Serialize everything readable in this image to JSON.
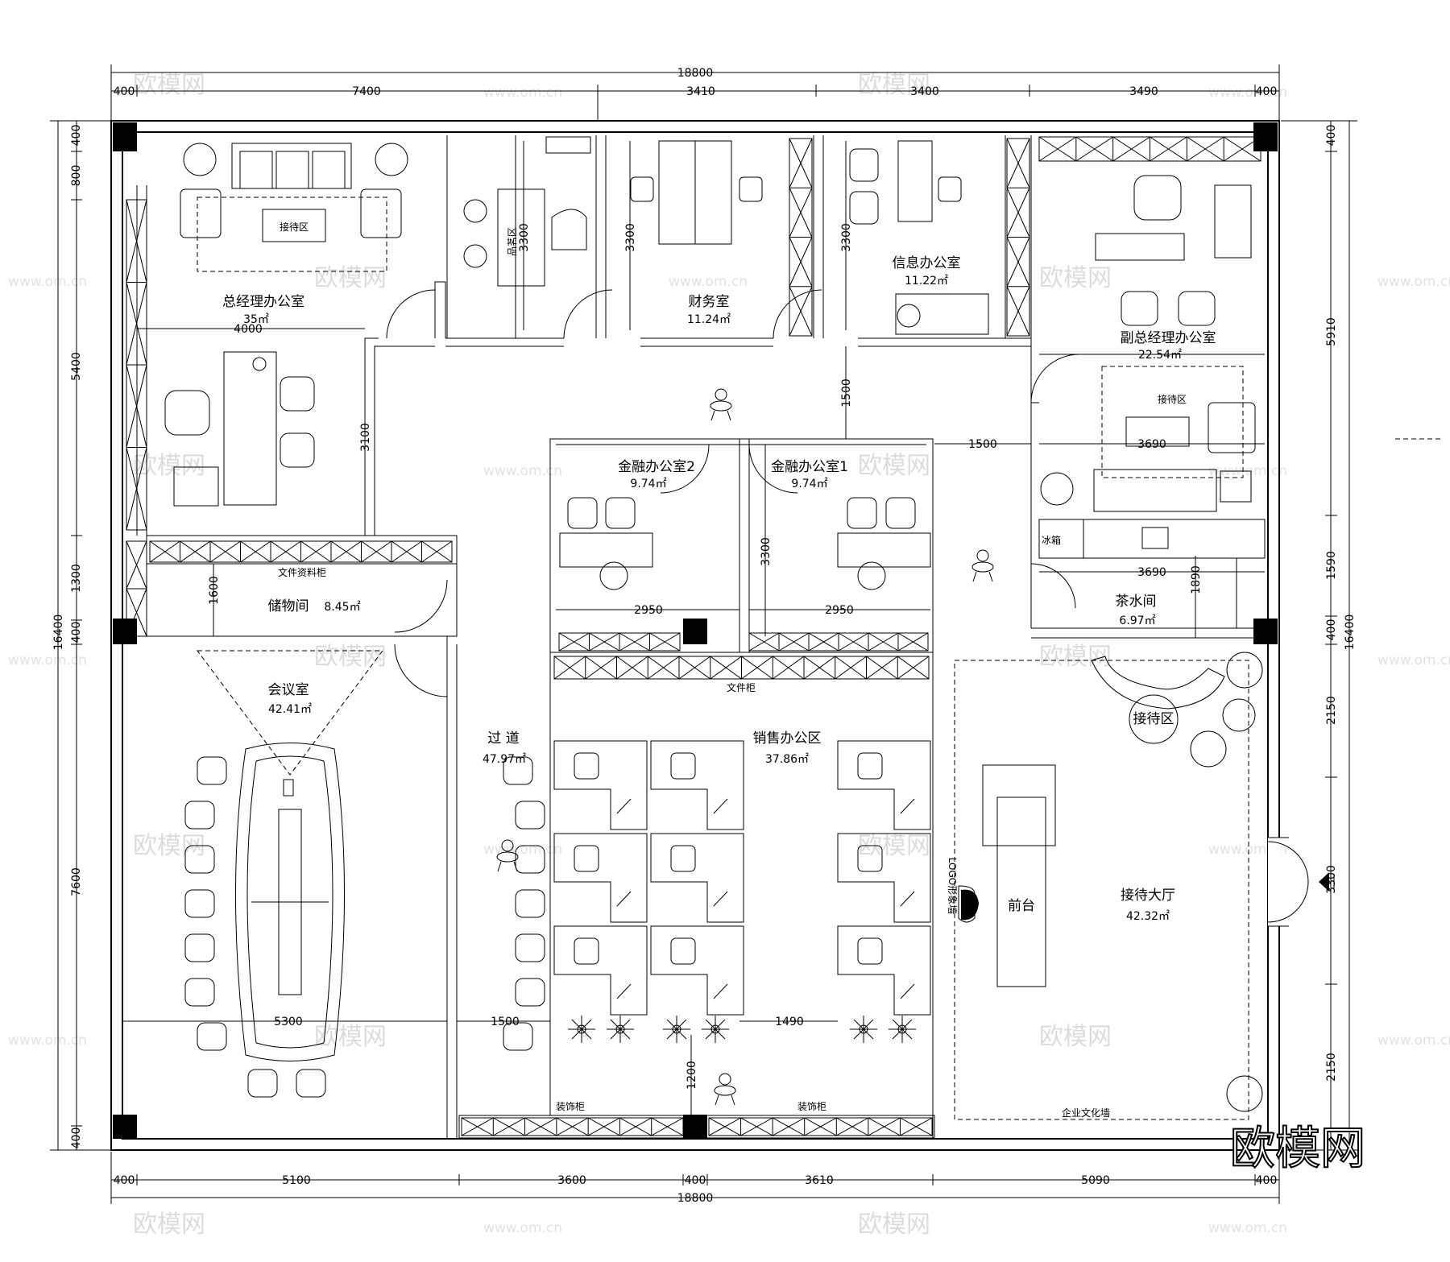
{
  "dimensions": {
    "top_total": "18800",
    "top_segments": [
      "400",
      "7400",
      "3410",
      "3400",
      "3490",
      "400"
    ],
    "bottom_total": "18800",
    "bottom_segments": [
      "400",
      "5100",
      "3600",
      "400",
      "3610",
      "5090",
      "400"
    ],
    "left_total": "16400",
    "left_segments": [
      "400",
      "800",
      "5400",
      "1300",
      "400",
      "7600",
      "400"
    ],
    "right_total": "16400",
    "right_segments": [
      "400",
      "5910",
      "1590",
      "400",
      "2150",
      "3300",
      "2150"
    ],
    "inner": {
      "gm_width": "4000",
      "gm_wall": "3100",
      "storage_h": "1600",
      "pin_h": "3300",
      "finance_h": "3300",
      "info_h": "3300",
      "corridor_h": "1500",
      "corridor_w": "1500",
      "fin_office_h": "3300",
      "fin2_w": "2950",
      "fin1_w": "2950",
      "deputy_reception_w": "3690",
      "tea_w": "3690",
      "tea_h": "1890",
      "meeting_w": "5300",
      "passage_w": "1500",
      "sales_w": "1490",
      "bottom_h": "1200"
    }
  },
  "rooms": {
    "gm_office": {
      "name": "总经理办公室",
      "area": "35㎡"
    },
    "gm_reception": {
      "name": "接待区"
    },
    "tasting": {
      "name": "品茗区"
    },
    "finance": {
      "name": "财务室",
      "area": "11.24㎡"
    },
    "info_office": {
      "name": "信息办公室",
      "area": "11.22㎡"
    },
    "deputy_office": {
      "name": "副总经理办公室",
      "area": "22.54㎡"
    },
    "deputy_reception": {
      "name": "接待区"
    },
    "storage": {
      "name": "储物间",
      "area": "8.45㎡"
    },
    "file_cabinet_storage": {
      "name": "文件资料柜"
    },
    "finance2": {
      "name": "金融办公室2",
      "area": "9.74㎡"
    },
    "finance1": {
      "name": "金融办公室1",
      "area": "9.74㎡"
    },
    "tea_room": {
      "name": "茶水间",
      "area": "6.97㎡"
    },
    "fridge": {
      "name": "冰箱"
    },
    "meeting": {
      "name": "会议室",
      "area": "42.41㎡"
    },
    "passage": {
      "name": "过 道",
      "area": "47.97㎡"
    },
    "sales": {
      "name": "销售办公区",
      "area": "37.86㎡"
    },
    "file_cabinet_sales": {
      "name": "文件柜"
    },
    "lobby": {
      "name": "接待大厅",
      "area": "42.32㎡"
    },
    "lobby_reception": {
      "name": "接待区"
    },
    "front_desk": {
      "name": "前台"
    },
    "logo_wall": {
      "name": "LOGO形象墙"
    },
    "culture_wall": {
      "name": "企业文化墙"
    },
    "deco_cab_left": {
      "name": "装饰柜"
    },
    "deco_cab_right": {
      "name": "装饰柜"
    }
  },
  "watermark": {
    "brand": "欧模网",
    "url": "www.om.cn",
    "logo": "欧模网"
  }
}
